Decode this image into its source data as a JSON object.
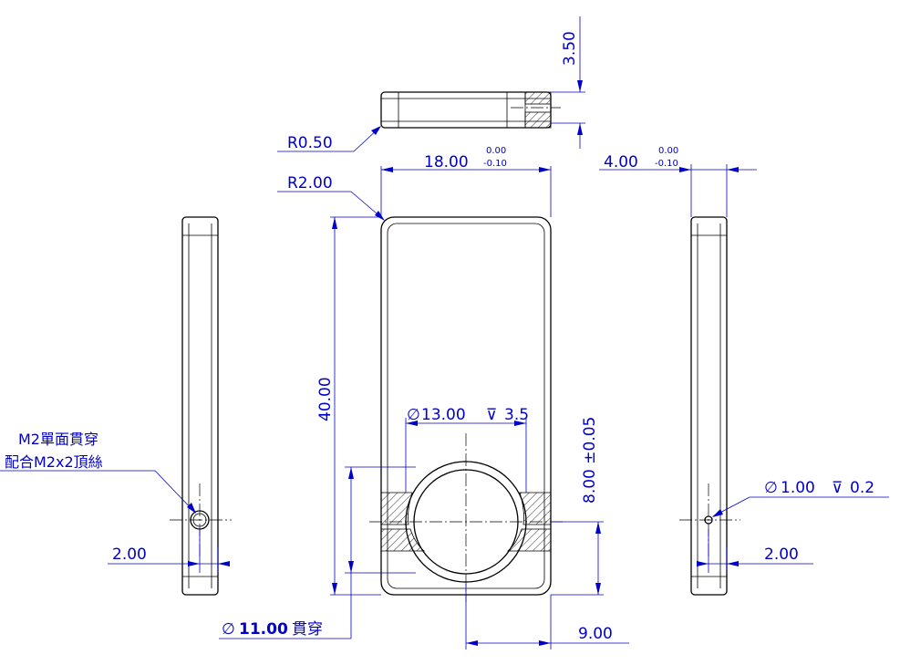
{
  "dimensions": {
    "top_height": "3.50",
    "fillet_small": "R0.50",
    "width_nominal": "18.00",
    "width_tol_upper": "0.00",
    "width_tol_lower": "-0.10",
    "thickness_nominal": "4.00",
    "thickness_tol_upper": "0.00",
    "thickness_tol_lower": "-0.10",
    "fillet_corner": "R2.00",
    "overall_length": "40.00",
    "counterbore": "13.00",
    "counterbore_depth": "3.5",
    "hole_position": "8.00 ±0.05",
    "small_hole": "1.00",
    "small_hole_depth": "0.2",
    "left_offset": "2.00",
    "right_offset": "2.00",
    "through_hole": "11.00",
    "through_hole_note": "貫穿",
    "center_offset": "9.00"
  },
  "notes": {
    "thread_line1": "M2單面貫穿",
    "thread_line2": "配合M2x2頂絲"
  },
  "symbols": {
    "diameter": "∅",
    "depth": "⊽"
  },
  "colors": {
    "dimension": "#0000c8",
    "part": "#000000"
  }
}
